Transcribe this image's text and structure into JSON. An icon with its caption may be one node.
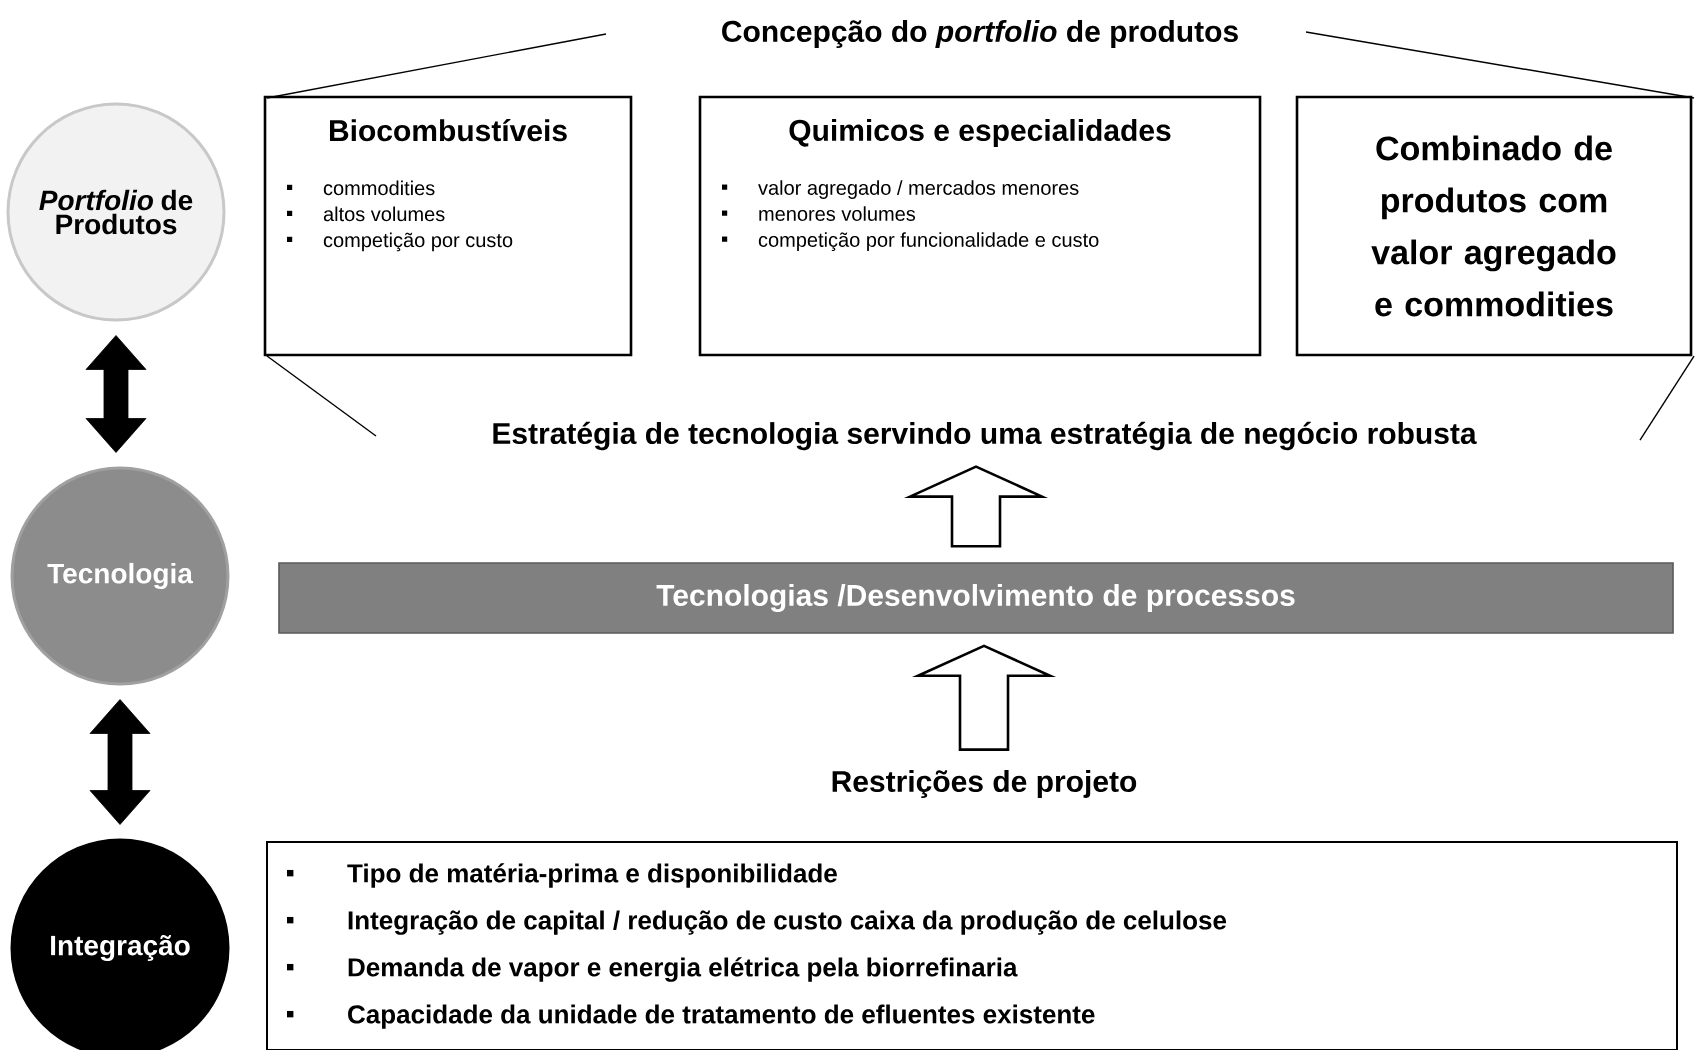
{
  "diagram": {
    "nodes": [
      {
        "text": [
          "*Portfolio* de Produtos"
        ]
      },
      {
        "text": [
          "Biocombustíveis",
          "commodities",
          "altos volumes",
          "competição por custo"
        ]
      },
      {
        "text": [
          "Quimicos e especialidades",
          "valor agregado / mercados menores",
          "menores volumes",
          "competição  por funcionalidade e custo"
        ]
      },
      {
        "text": [
          "Combinado de produtos com valor agregado e commodities"
        ]
      },
      {
        "text": [
          "Estratégia de tecnologia servindo uma estratégia de negócio robusta"
        ]
      },
      {
        "text": [
          "Tecnologia"
        ]
      },
      {
        "text": [
          "Tecnologias /Desenvolvimento de processos"
        ]
      },
      {
        "text": [
          "Restrições de projeto"
        ]
      },
      {
        "text": [
          "Integração"
        ]
      },
      {
        "text": [
          "Tipo de matéria-prima  e disponibilidade",
          "Integração de capital / redução de custo caixa da produção de celulose",
          "Demanda de vapor e energia elétrica pela biorrefinaria",
          "Capacidade da unidade de tratamento de efluentes existente"
        ]
      }
    ],
    "edges": [
      {
        "from": 0,
        "to": 5,
        "arrow": "both"
      },
      {
        "from": 5,
        "to": 8,
        "arrow": "both"
      },
      {
        "from": 6,
        "to": 4,
        "arrow": "to"
      },
      {
        "from": 7,
        "to": 6,
        "arrow": "to"
      }
    ],
    "labels": [
      "Concepção do *portfolio* de produtos"
    ]
  }
}
